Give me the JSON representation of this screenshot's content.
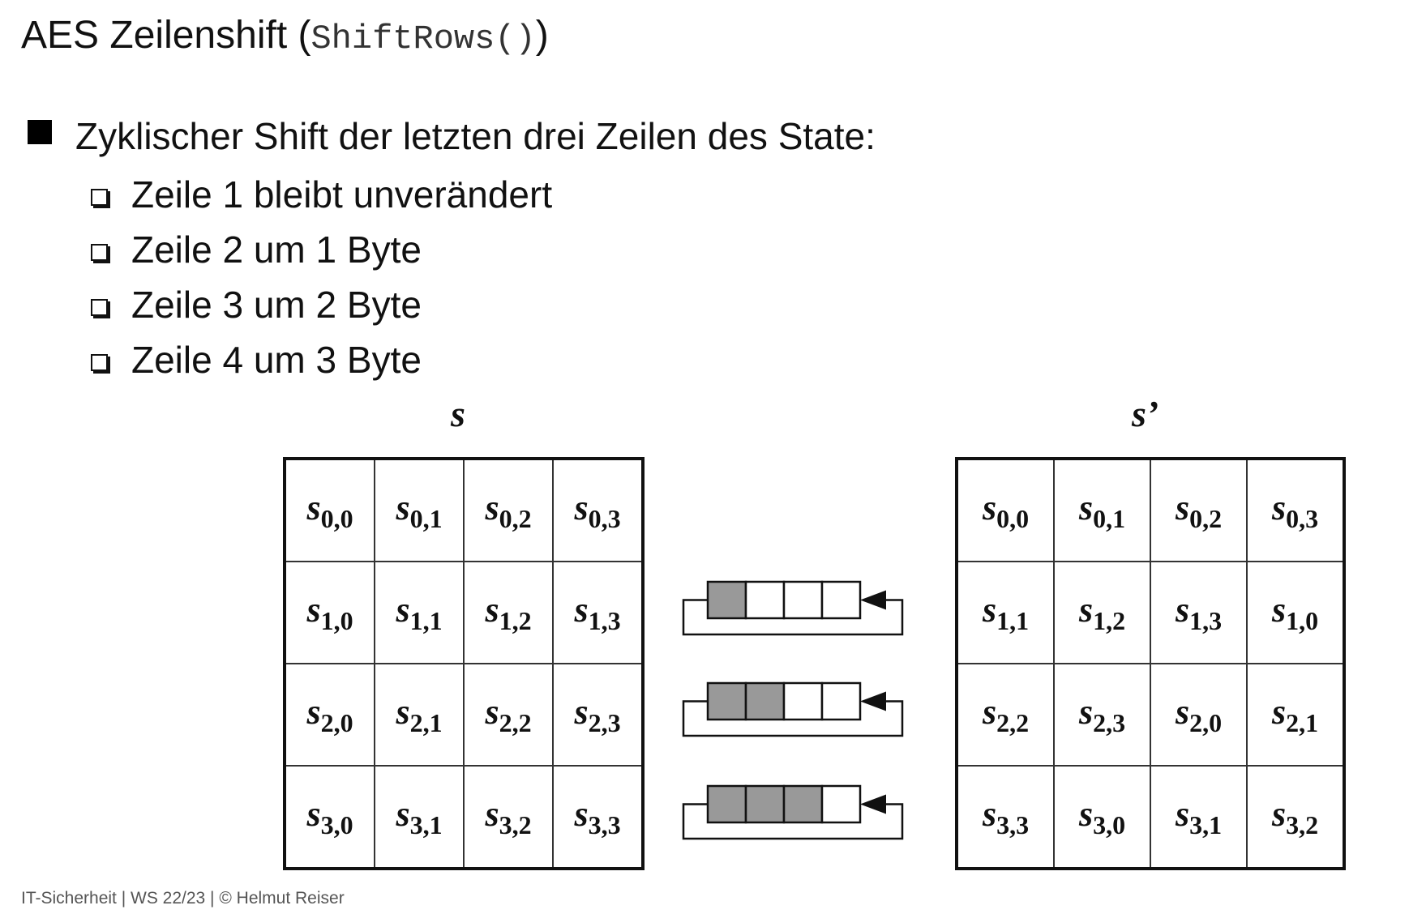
{
  "slide": {
    "title_text": "AES Zeilenshift (",
    "title_code": "ShiftRows()",
    "title_close": ")",
    "main_bullet": "Zyklischer Shift der letzten drei Zeilen des State:",
    "sub_bullets": [
      "Zeile 1 bleibt unverändert",
      "Zeile 2 um 1 Byte",
      "Zeile 3 um 2 Byte",
      "Zeile 4 um 3 Byte"
    ],
    "footer": "IT-Sicherheit | WS 22/23 | © Helmut Reiser"
  },
  "diagram": {
    "left_label": "s",
    "right_label": "s’",
    "input_matrix": [
      [
        "0,0",
        "0,1",
        "0,2",
        "0,3"
      ],
      [
        "1,0",
        "1,1",
        "1,2",
        "1,3"
      ],
      [
        "2,0",
        "2,1",
        "2,2",
        "2,3"
      ],
      [
        "3,0",
        "3,1",
        "3,2",
        "3,3"
      ]
    ],
    "output_matrix": [
      [
        "0,0",
        "0,1",
        "0,2",
        "0,3"
      ],
      [
        "1,1",
        "1,2",
        "1,3",
        "1,0"
      ],
      [
        "2,2",
        "2,3",
        "2,0",
        "2,1"
      ],
      [
        "3,3",
        "3,0",
        "3,1",
        "3,2"
      ]
    ],
    "cell_symbol": "s",
    "shift_amounts": [
      1,
      2,
      3
    ],
    "shifted_fill": "#999999"
  }
}
